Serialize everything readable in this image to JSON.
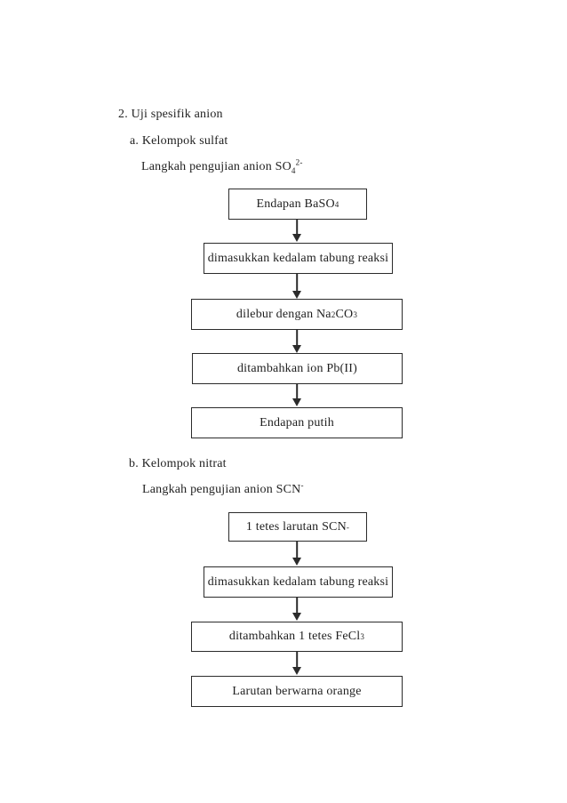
{
  "page": {
    "background_color": "#ffffff",
    "text_color": "#1f1f1f",
    "line_color": "#2b2b2b"
  },
  "title": "2. Uji spesifik anion",
  "section_a": {
    "heading": "a. Kelompok sulfat",
    "subheading": [
      {
        "t": "Langkah pengujian anion SO"
      },
      {
        "t": "4",
        "s": "sub"
      },
      {
        "t": "2-",
        "s": "sup"
      }
    ],
    "steps": [
      [
        {
          "t": "Endapan BaSO"
        },
        {
          "t": "4",
          "s": "sub"
        }
      ],
      [
        {
          "t": "dimasukkan kedalam tabung reaksi"
        }
      ],
      [
        {
          "t": "dilebur dengan Na"
        },
        {
          "t": "2",
          "s": "sub"
        },
        {
          "t": "CO"
        },
        {
          "t": "3",
          "s": "sub"
        }
      ],
      [
        {
          "t": "ditambahkan ion Pb(II)"
        }
      ],
      [
        {
          "t": "Endapan putih"
        }
      ]
    ]
  },
  "section_b": {
    "heading": "b. Kelompok nitrat",
    "subheading": [
      {
        "t": "Langkah pengujian anion SCN"
      },
      {
        "t": "-",
        "s": "sup"
      }
    ],
    "steps": [
      [
        {
          "t": "1 tetes larutan SCN"
        },
        {
          "t": "-",
          "s": "sup"
        }
      ],
      [
        {
          "t": "dimasukkan kedalam tabung reaksi"
        }
      ],
      [
        {
          "t": "ditambahkan 1 tetes FeCl"
        },
        {
          "t": "3",
          "s": "sub"
        }
      ],
      [
        {
          "t": "Larutan berwarna orange"
        }
      ]
    ]
  }
}
